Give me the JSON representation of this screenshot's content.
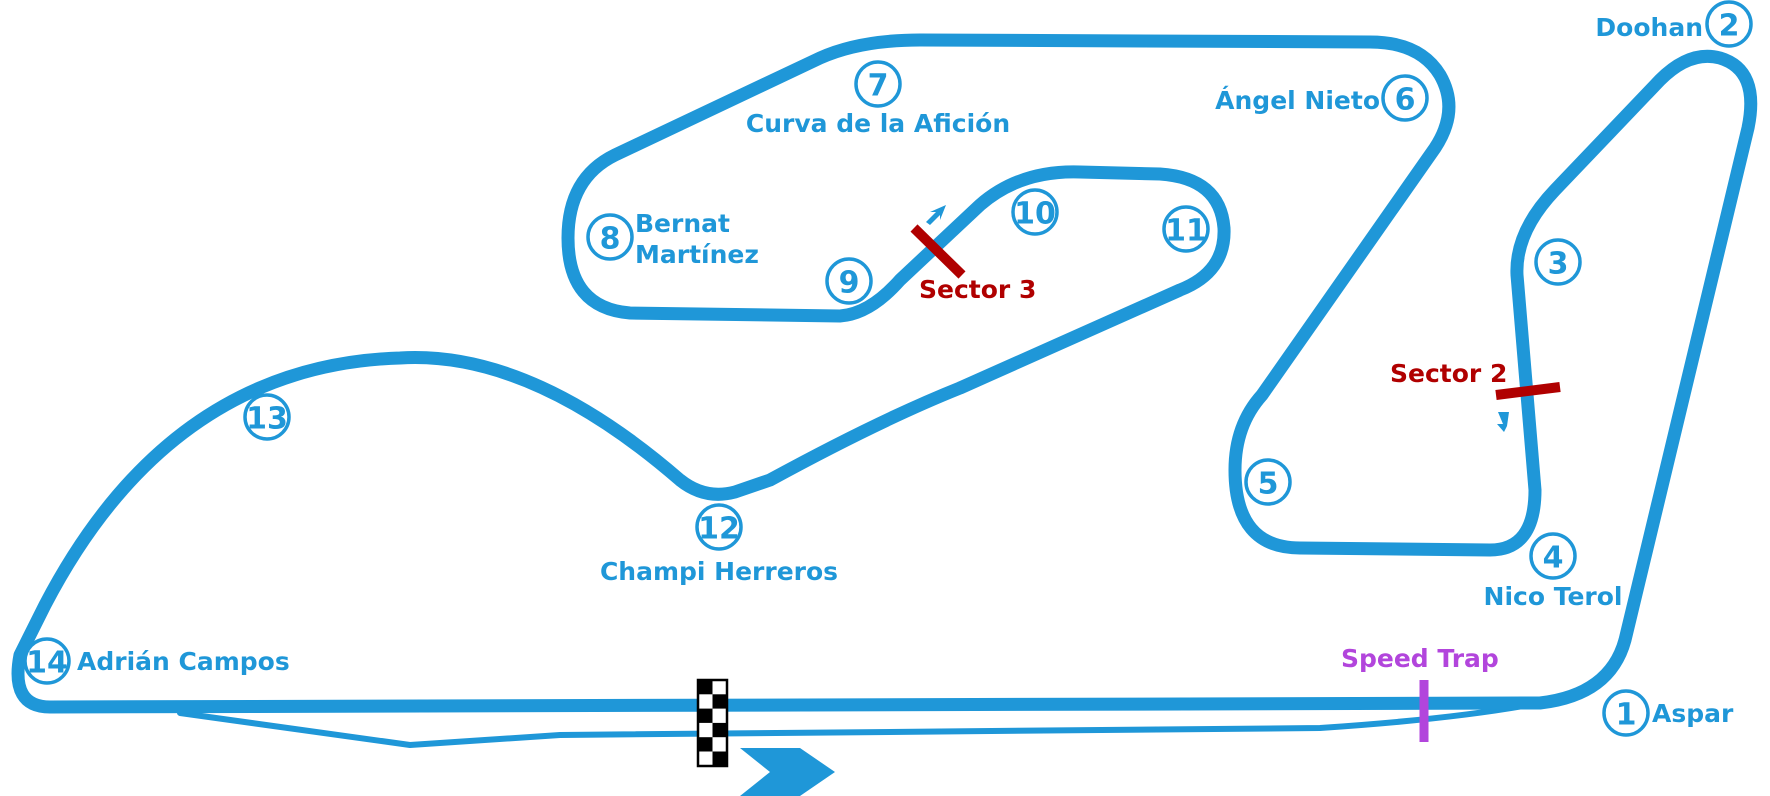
{
  "turns": [
    {
      "number": "1",
      "name": "Aspar"
    },
    {
      "number": "2",
      "name": "Doohan"
    },
    {
      "number": "3",
      "name": ""
    },
    {
      "number": "4",
      "name": "Nico Terol"
    },
    {
      "number": "5",
      "name": ""
    },
    {
      "number": "6",
      "name": "Ángel Nieto"
    },
    {
      "number": "7",
      "name": "Curva de la Afición"
    },
    {
      "number": "8",
      "name": "Bernat",
      "name2": "Martínez"
    },
    {
      "number": "9",
      "name": ""
    },
    {
      "number": "10",
      "name": ""
    },
    {
      "number": "11",
      "name": ""
    },
    {
      "number": "12",
      "name": "Champi Herreros"
    },
    {
      "number": "13",
      "name": ""
    },
    {
      "number": "14",
      "name": "Adrián Campos"
    }
  ],
  "sectors": [
    {
      "label": "Sector 2"
    },
    {
      "label": "Sector 3"
    }
  ],
  "speed_trap": {
    "label": "Speed Trap"
  },
  "colors": {
    "track": "#1f97d8",
    "sector": "#b00000",
    "speed_trap": "#b245dc",
    "flag_dark": "#000000",
    "flag_light": "#ffffff"
  }
}
